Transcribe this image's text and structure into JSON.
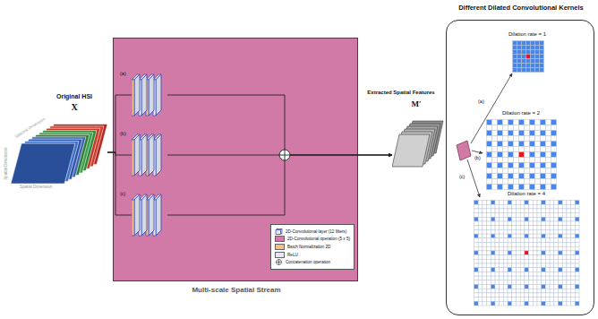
{
  "diagram": {
    "nodes": [
      {
        "text": [
          "Original HSI",
          "X"
        ]
      },
      {
        "text": [
          "Multi-scale Spatial Stream"
        ]
      },
      {
        "text": [
          "(a)"
        ],
        "in": 1
      },
      {
        "text": [
          "(b)"
        ],
        "in": 1
      },
      {
        "text": [
          "(c)"
        ],
        "in": 1
      },
      {
        "text": [
          "Extracted Spatial Features",
          "M′"
        ]
      },
      {
        "text": [
          "Different Dilated Convolutional Kernels"
        ]
      },
      {
        "text": [
          "Dilation rate = 1"
        ],
        "in": 6
      },
      {
        "text": [
          "Dilation rate = 2"
        ],
        "in": 6
      },
      {
        "text": [
          "Dilation rate = 4"
        ],
        "in": 6
      }
    ],
    "edges": [
      {
        "from": 0,
        "to": 2,
        "arrow": "none"
      },
      {
        "from": 0,
        "to": 3,
        "arrow": "none"
      },
      {
        "from": 0,
        "to": 4,
        "arrow": "none"
      },
      {
        "from": 2,
        "to": 5,
        "arrow": "to"
      },
      {
        "from": 3,
        "to": 5,
        "arrow": "to"
      },
      {
        "from": 4,
        "to": 5,
        "arrow": "to"
      }
    ],
    "labels": [
      "Spatial Dimension",
      "Spectral Dimension",
      "Spatial Dimension",
      "(a)",
      "(b)",
      "(c)"
    ],
    "legend": [
      {
        "text": "2D-Convolutional layer (12 filters)"
      },
      {
        "text": "2D-Convolutional operation (5 x 5)",
        "color": "#d27aa7"
      },
      {
        "text": "Batch Normalization 2D",
        "color": "#f3c08c"
      },
      {
        "text": "ReLU",
        "color": "#e4e9f2"
      },
      {
        "text": "Concatenation operation"
      }
    ]
  }
}
